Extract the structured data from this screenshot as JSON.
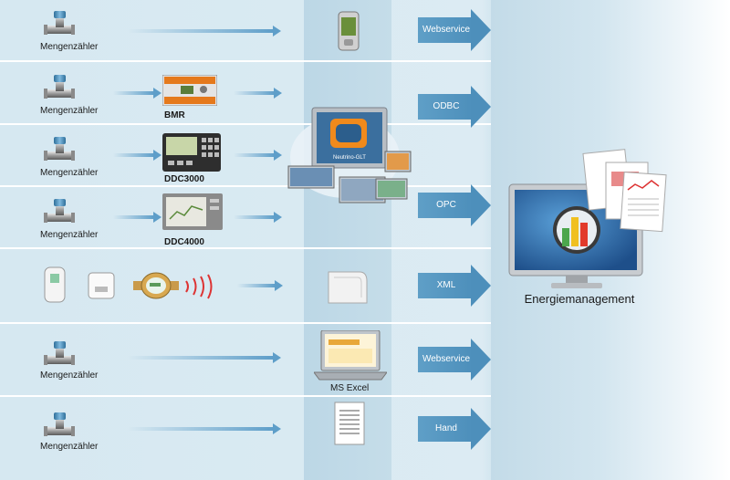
{
  "rows": [
    {
      "meter_label": "Mengenzähler"
    },
    {
      "meter_label": "Mengenzähler",
      "device_label": "BMR"
    },
    {
      "meter_label": "Mengenzähler",
      "device_label": "DDC3000"
    },
    {
      "meter_label": "Mengenzähler",
      "device_label": "DDC4000"
    },
    {
      "meter_label": ""
    },
    {
      "meter_label": "Mengenzähler"
    },
    {
      "meter_label": "Mengenzähler"
    }
  ],
  "interfaces": [
    "Webservice",
    "ODBC",
    "OPC",
    "XML",
    "Webservice",
    "Hand"
  ],
  "gateway_screen_label": "Neutrino-GLT",
  "excel_label": "MS Excel",
  "target_label": "Energiemanagement",
  "colors": {
    "arrow": "#4d8fbb",
    "band": "#bcd7e6",
    "text": "#1a1a1a"
  }
}
